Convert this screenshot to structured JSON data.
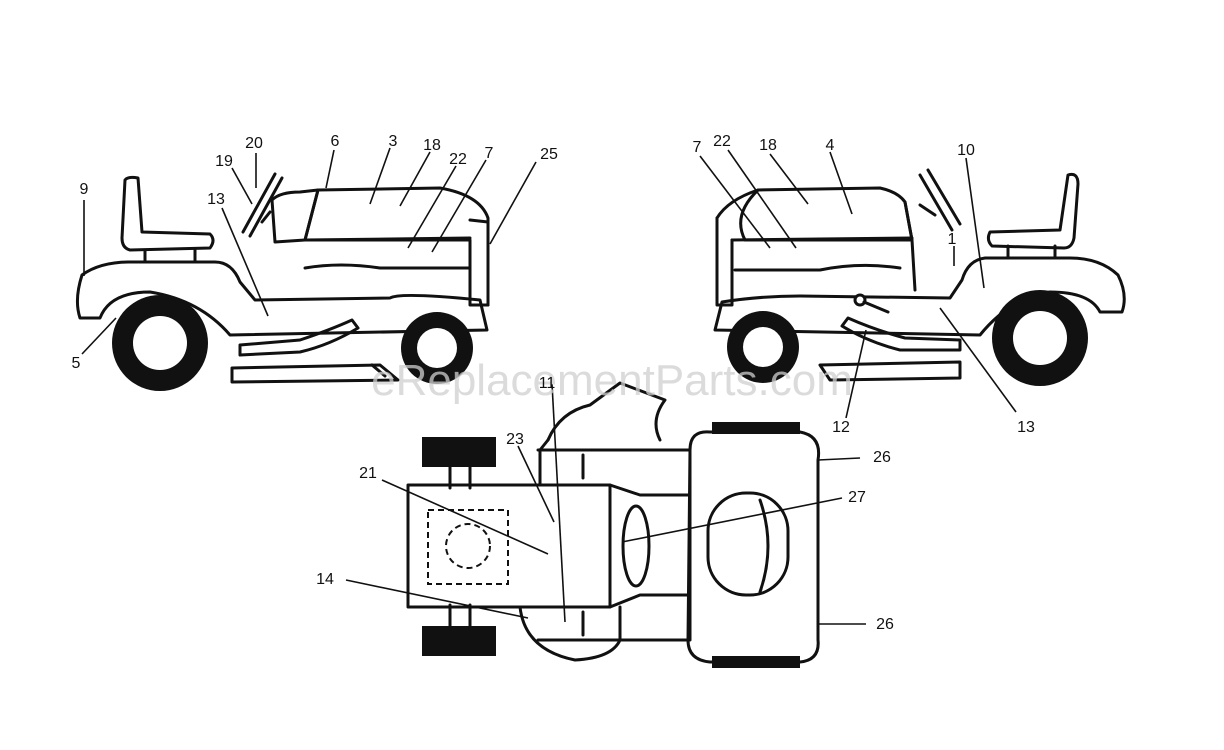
{
  "watermark": "eReplacementParts.com",
  "labels": {
    "l1": "1",
    "l3": "3",
    "l4": "4",
    "l5": "5",
    "l6": "6",
    "l7a": "7",
    "l7b": "7",
    "l9": "9",
    "l10": "10",
    "l11": "11",
    "l12": "12",
    "l13a": "13",
    "l13b": "13",
    "l14": "14",
    "l18a": "18",
    "l18b": "18",
    "l19": "19",
    "l20": "20",
    "l21": "21",
    "l22a": "22",
    "l22b": "22",
    "l23": "23",
    "l25": "25",
    "l26a": "26",
    "l26b": "26",
    "l27": "27"
  },
  "colors": {
    "line": "#111111",
    "watermark": "#cfcfcf"
  }
}
